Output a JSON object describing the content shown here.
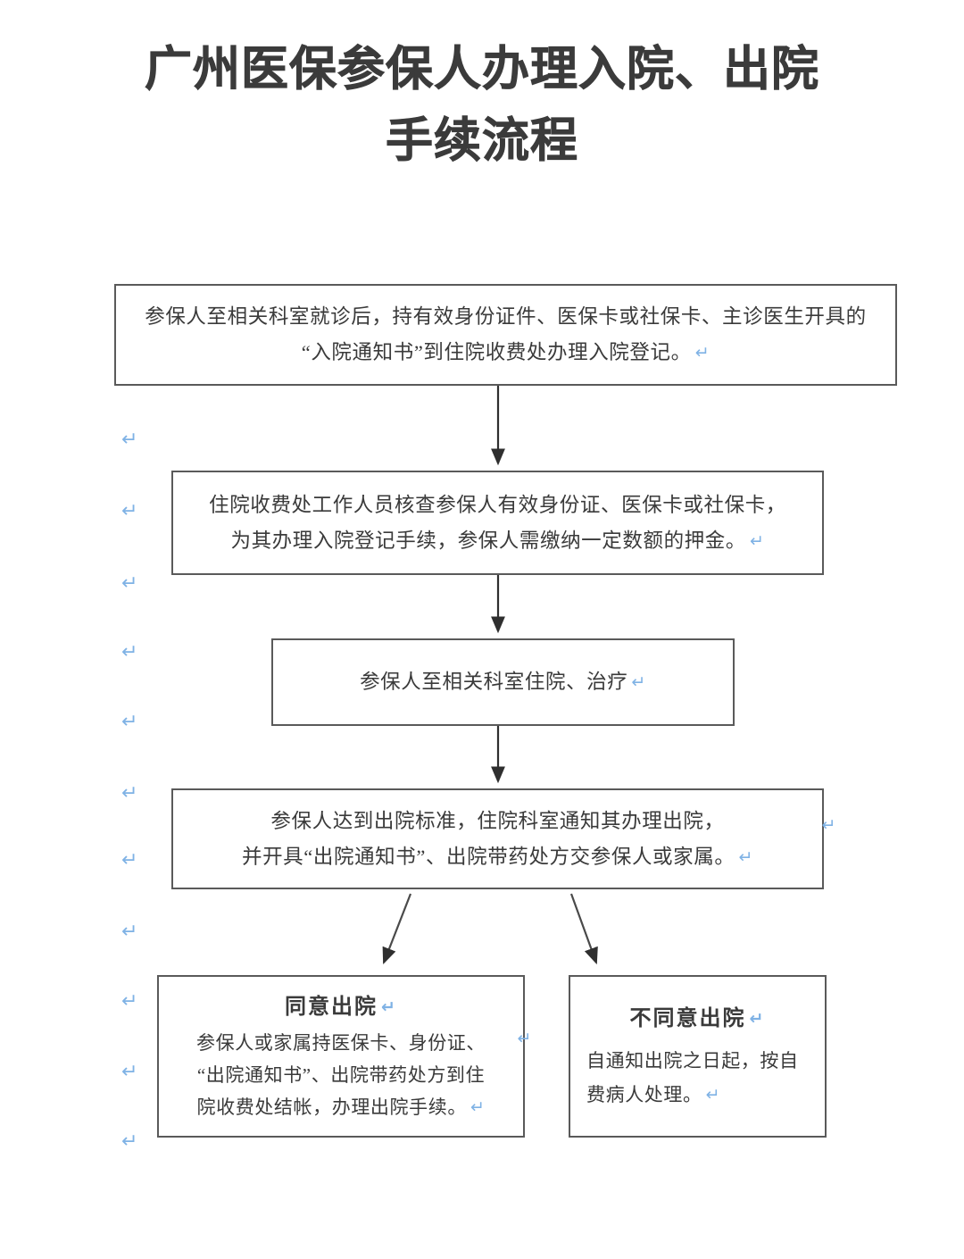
{
  "document": {
    "title_line_1": "广州医保参保人办理入院、出院",
    "title_line_2": "手续流程"
  },
  "palette": {
    "box_border": "#5a5a5a",
    "text": "#3a3a3a",
    "title": "#3b3b3b",
    "pilcrow_blue": "#7fb2e5",
    "arrow": "#2f2f2f",
    "background": "#ffffff"
  },
  "flowchart": {
    "type": "flowchart",
    "orientation": "top-to-bottom",
    "nodes": [
      {
        "id": "intake",
        "name": "box-intake",
        "lines": [
          "参保人至相关科室就诊后，持有效身份证件、医保卡或社保卡、主诊医生开具的",
          "“入院通知书”到住院收费处办理入院登记。"
        ],
        "pilcrow": "↵"
      },
      {
        "id": "register",
        "name": "box-register",
        "lines": [
          "住院收费处工作人员核查参保人有效身份证、医保卡或社保卡，",
          "为其办理入院登记手续，参保人需缴纳一定数额的押金。"
        ],
        "pilcrow": "↵"
      },
      {
        "id": "treatment",
        "name": "box-treatment",
        "lines": [
          "参保人至相关科室住院、治疗"
        ],
        "pilcrow": "↵"
      },
      {
        "id": "discharge",
        "name": "box-discharge",
        "lines": [
          "参保人达到出院标准，住院科室通知其办理出院，",
          "并开具“出院通知书”、出院带药处方交参保人或家属。"
        ],
        "pilcrow": "↵"
      },
      {
        "id": "agree",
        "name": "box-agree",
        "heading": "同意出院",
        "lines": [
          "参保人或家属持医保卡、身份证、",
          "“出院通知书”、出院带药处方到住",
          "院收费处结帐，办理出院手续。"
        ],
        "pilcrow": "↵"
      },
      {
        "id": "disagree",
        "name": "box-disagree",
        "heading": "不同意出院",
        "lines": [
          "自通知出院之日起，按自",
          "费病人处理。"
        ],
        "pilcrow": "↵"
      }
    ],
    "edges": [
      {
        "from": "intake",
        "to": "register",
        "style": "straight-down"
      },
      {
        "from": "register",
        "to": "treatment",
        "style": "straight-down"
      },
      {
        "from": "treatment",
        "to": "discharge",
        "style": "straight-down"
      },
      {
        "from": "discharge",
        "to": "agree",
        "style": "diagonal-left"
      },
      {
        "from": "discharge",
        "to": "disagree",
        "style": "diagonal-right"
      }
    ]
  },
  "margin_marks": {
    "glyph": "↵",
    "count": 11
  }
}
